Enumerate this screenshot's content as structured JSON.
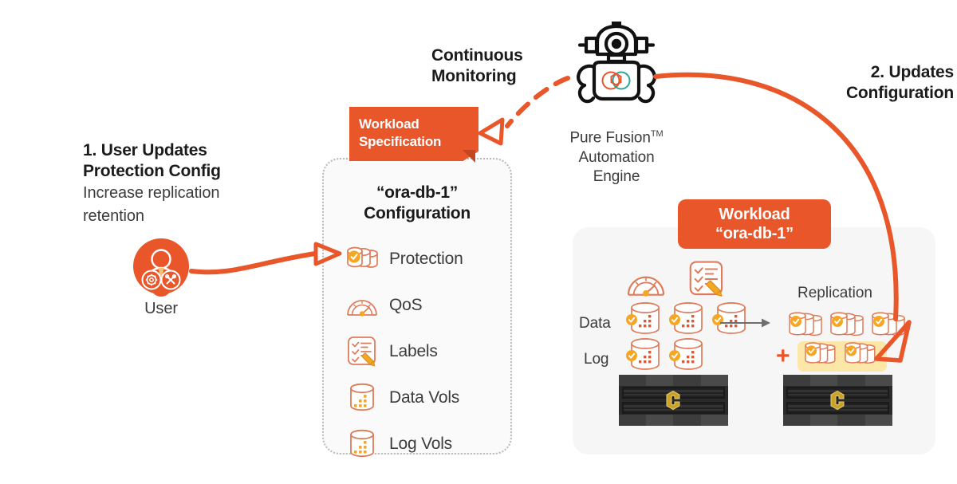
{
  "colors": {
    "brand_orange": "#E8562A",
    "icon_outline": "#E07B5A",
    "amber": "#F5A623",
    "highlight_yellow": "#FCE7A8",
    "text_dark": "#1b1b1b",
    "text_gray": "#3c3c3c",
    "panel_bg": "#f6f6f6",
    "dotted_border": "#b9b9b9",
    "gray_arrow": "#6e6e6e"
  },
  "step1": {
    "heading_line1": "1. User Updates",
    "heading_line2": "Protection Config",
    "subtext_line1": "Increase replication",
    "subtext_line2": "retention"
  },
  "user": {
    "label": "User",
    "icon": "user-admin-icon"
  },
  "step2": {
    "heading_line1": "2. Updates",
    "heading_line2": "Configuration"
  },
  "monitoring": {
    "heading_line1": "Continuous",
    "heading_line2": "Monitoring",
    "arrow": "dashed-curved-arrow"
  },
  "engine": {
    "icon": "robot-icon",
    "caption_line1": "Pure Fusion",
    "caption_tm": "TM",
    "caption_line2": "Automation",
    "caption_line3": "Engine"
  },
  "sticky_note": {
    "line1": "Workload",
    "line2": "Specification"
  },
  "config_panel": {
    "title_line1": "“ora-db-1”",
    "title_line2": "Configuration",
    "items": [
      {
        "label": "Protection",
        "icon": "protection-volumes-icon"
      },
      {
        "label": "QoS",
        "icon": "gauge-icon"
      },
      {
        "label": "Labels",
        "icon": "checklist-pencil-icon"
      },
      {
        "label": "Data Vols",
        "icon": "volume-cylinder-icon"
      },
      {
        "label": "Log Vols",
        "icon": "volume-cylinder-icon"
      }
    ]
  },
  "workload_panel": {
    "badge_line1": "Workload",
    "badge_line2": "“ora-db-1”",
    "attribute_icons": [
      "gauge-icon",
      "checklist-pencil-icon"
    ],
    "rows": [
      {
        "label": "Data",
        "volume_count": 3
      },
      {
        "label": "Log",
        "volume_count": 2
      }
    ],
    "replication": {
      "label": "Replication",
      "existing_stack_count": 3,
      "added_stack_count": 2,
      "plus_sign": "+",
      "highlighted": true
    },
    "arrays": [
      {
        "name": "flasharray-source"
      },
      {
        "name": "flasharray-target"
      }
    ],
    "transfer_arrow": "gray-right-arrow"
  }
}
